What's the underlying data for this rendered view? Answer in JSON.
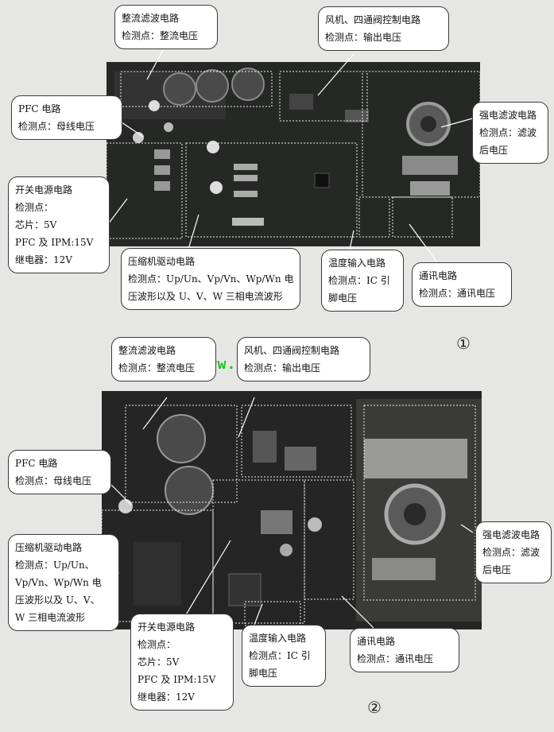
{
  "figure1": {
    "number": "①",
    "callouts": {
      "rectifier": [
        "整流滤波电路",
        "检测点：整流电压"
      ],
      "fan": [
        "风机、四通阀控制电路",
        "检测点：输出电压"
      ],
      "pfc": [
        "PFC 电路",
        "检测点：母线电压"
      ],
      "emi": [
        "强电滤波电路",
        "检测点：滤波",
        "后电压"
      ],
      "smps": [
        "开关电源电路",
        "检测点：",
        "芯片：5V",
        "PFC 及 IPM:15V",
        "继电器：12V"
      ],
      "compressor": [
        "压缩机驱动电路",
        "检测点：Up/Un、Vp/Vn、Wp/Wn 电",
        "压波形以及 U、V、W 三相电流波形"
      ],
      "temp": [
        "温度输入电路",
        "检测点：IC 引",
        "脚电压"
      ],
      "comm": [
        "通讯电路",
        "检测点：通讯电压"
      ]
    }
  },
  "figure2": {
    "number": "②",
    "callouts": {
      "rectifier": [
        "整流滤波电路",
        "检测点：整流电压"
      ],
      "fan": [
        "风机、四通阀控制电路",
        "检测点：输出电压"
      ],
      "pfc": [
        "PFC 电路",
        "检测点：母线电压"
      ],
      "compressor": [
        "压缩机驱动电路",
        "检测点：Up/Un、",
        "Vp/Vn、Wp/Wn 电",
        "压波形以及 U、V、",
        "W 三相电流波形"
      ],
      "emi": [
        "强电滤波电路",
        "检测点：滤波",
        "后电压"
      ],
      "smps": [
        "开关电源电路",
        "检测点：",
        "芯片：5V",
        "PFC 及 IPM:15V",
        "继电器：12V"
      ],
      "temp": [
        "温度输入电路",
        "检测点：IC 引",
        "脚电压"
      ],
      "comm": [
        "通讯电路",
        "检测点：通讯电压"
      ]
    }
  },
  "watermark": "www.bjjdwx.com"
}
